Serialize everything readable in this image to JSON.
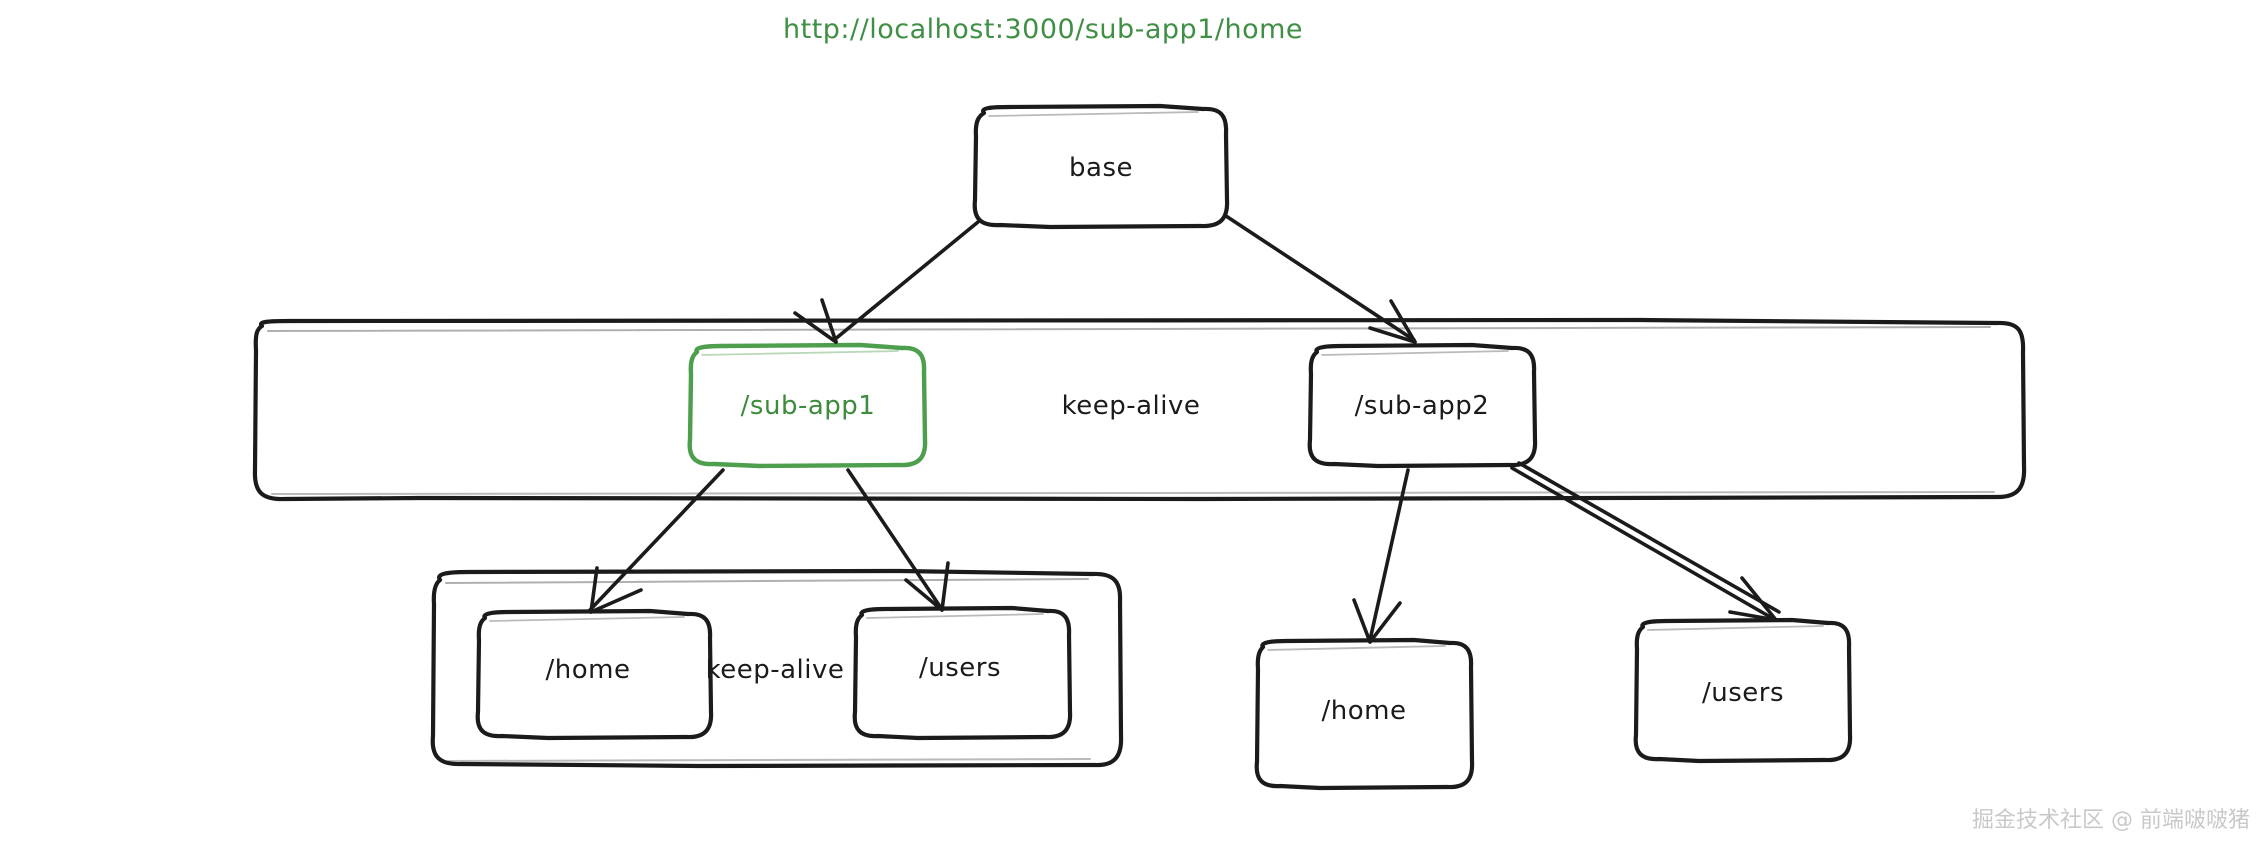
{
  "diagram": {
    "url_label": "http://localhost:3000/sub-app1/home",
    "watermark": "掘金技术社区 @ 前端啵啵猪",
    "colors": {
      "url_green": "#3f8f45",
      "keepalive_yellow_fill": "#fae9a0",
      "keepalive_yellow_stroke": "#1b1b1b",
      "active_green_fill": "#b8e8c0",
      "active_green_stroke": "#4d9e4d",
      "node_white_fill": "#ffffff",
      "node_stroke": "#1b1b1b",
      "watermark_gray": "#c9c9c9"
    },
    "nodes": {
      "base": {
        "label": "base",
        "fill": "white",
        "stroke": "black"
      },
      "sub_app1": {
        "label": "/sub-app1",
        "fill": "green",
        "stroke": "green",
        "active": true
      },
      "sub_app2": {
        "label": "/sub-app2",
        "fill": "white",
        "stroke": "black",
        "active": false
      },
      "app1_home": {
        "label": "/home",
        "fill": "green",
        "stroke": "black",
        "active": true
      },
      "app1_users": {
        "label": "/users",
        "fill": "white",
        "stroke": "black",
        "active": false
      },
      "app2_home": {
        "label": "/home",
        "fill": "white",
        "stroke": "black",
        "active": false
      },
      "app2_users": {
        "label": "/users",
        "fill": "white",
        "stroke": "black",
        "active": false
      }
    },
    "groups": {
      "outer_keepalive": {
        "label": "keep-alive"
      },
      "inner_keepalive": {
        "label": "keep-alive"
      }
    },
    "edges": [
      {
        "from": "base",
        "to": "sub_app1"
      },
      {
        "from": "base",
        "to": "sub_app2"
      },
      {
        "from": "sub_app1",
        "to": "app1_home"
      },
      {
        "from": "sub_app1",
        "to": "app1_users"
      },
      {
        "from": "sub_app2",
        "to": "app2_home"
      },
      {
        "from": "sub_app2",
        "to": "app2_users"
      }
    ]
  }
}
